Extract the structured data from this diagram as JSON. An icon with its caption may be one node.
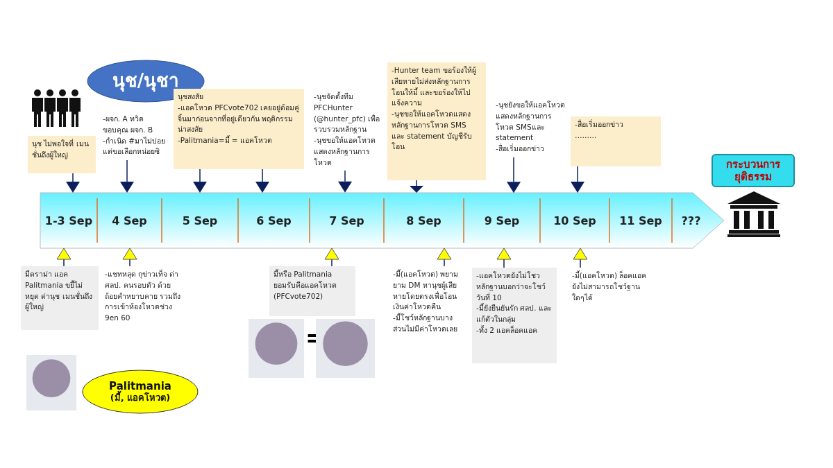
{
  "diagram": {
    "nodes": [
      {
        "text": [
          "นุช/นุชา"
        ]
      },
      {
        "text": [
          "นุช ไม่พอใจที่ เมนชั่นถึงผู้ใหญ่"
        ]
      },
      {
        "text": [
          "-ผจก. A ทวิตขอบคุณ ผจก. B",
          "-กำเนิด #มาไม่บ่อยแต่ขอเลือกหน่อยซิ"
        ]
      },
      {
        "text": [
          "นุชสงสัย",
          "-แอคโหวต PFCvote702 เคยอยู่ด้อมคู่จิ้นมาก่อนจากที่อยู่เดียวกัน พฤติกรรมน่าสงสัย",
          "-Palitmania=มี้ = แอคโหวต"
        ]
      },
      {
        "text": [
          "-นุชจัดตั้งทีม PFCHunter (@hunter_pfc) เพื่อรวบรวมหลักฐาน",
          "-นุชขอให้แอคโหวตแสดงหลักฐานการโหวต"
        ]
      },
      {
        "text": [
          "-Hunter team ขอร้องให้ผู้เสียหายไม่ส่งหลักฐานการโอนให้มี้ และขอร้องให้ไปแจ้งความ",
          "-นุชขอให้แอคโหวตแสดงหลักฐานการโหวต SMS และ statement บัญชีรับโอน"
        ]
      },
      {
        "text": [
          "-นุชยังขอให้แอคโหวตแสดงหลักฐานการโหวต SMSและ statement",
          "-สื่อเริ่มออกข่าว"
        ]
      },
      {
        "text": [
          "-สื่อเริ่มออกข่าว",
          "………"
        ]
      },
      {
        "text": [
          "กระบวนการยุติธรรม"
        ]
      },
      {
        "text": [
          "1-3 Sep",
          "4 Sep",
          "5 Sep",
          "6 Sep",
          "7 Sep",
          "8 Sep",
          "9 Sep",
          "10 Sep",
          "11 Sep",
          "???"
        ]
      },
      {
        "text": [
          "มีดราม่า แอค Palitmania ขยี้ไม่หยุด ด่านุช เมนชั่นถึงผู้ใหญ่"
        ]
      },
      {
        "text": [
          "-แชทหลุด กุข่าวเท็จ ด่า ศลป. คนรอบตัว ด้วยถ้อยคำหยาบคาย รวมถึงการเข้าห้องโหวตช่วง 9en 60"
        ]
      },
      {
        "text": [
          "มี้หรือ Palitmania ยอมรับคือแอคโหวต (PFCvote702)"
        ]
      },
      {
        "text": [
          "-มี้(แอคโหวต) พยามยาม DM หานุชผู้เสียหายโดยตรงเพื่อโอนเงินค่าโหวตคืน",
          "-มี้โชว์หลักฐานบางส่วนไม่มีค่าโหวตเลย"
        ]
      },
      {
        "text": [
          "-แอคโหวตยังไม่โชวหลักฐานบอกว่าจะโชว์วันที่ 10",
          "-มี้ยังยืนยันรัก ศลป. และแก้ตัวในกลุ่ม",
          "-ทั้ง 2 แอคล็อคแอค"
        ]
      },
      {
        "text": [
          "-มี้(แอคโหวต) ล็อคแอคยังไม่สามารถโชว์ฐานใดๆได้"
        ]
      },
      {
        "text": [
          "Palitmania",
          "(มี้, แอคโหวต)"
        ]
      }
    ],
    "edges": [
      {
        "from": 1,
        "to": 9,
        "arrow": "to"
      },
      {
        "from": 2,
        "to": 9,
        "arrow": "to"
      },
      {
        "from": 3,
        "to": 9,
        "arrow": "to"
      },
      {
        "from": 3,
        "to": 9,
        "arrow": "to"
      },
      {
        "from": 4,
        "to": 9,
        "arrow": "to"
      },
      {
        "from": 5,
        "to": 9,
        "arrow": "to"
      },
      {
        "from": 6,
        "to": 9,
        "arrow": "to"
      },
      {
        "from": 7,
        "to": 9,
        "arrow": "to"
      },
      {
        "from": 10,
        "to": 9,
        "arrow": "to"
      },
      {
        "from": 11,
        "to": 9,
        "arrow": "to"
      },
      {
        "from": 12,
        "to": 9,
        "arrow": "to"
      },
      {
        "from": 13,
        "to": 9,
        "arrow": "to"
      },
      {
        "from": 14,
        "to": 9,
        "arrow": "to"
      },
      {
        "from": 15,
        "to": 9,
        "arrow": "to"
      }
    ],
    "labels": [
      "="
    ]
  }
}
